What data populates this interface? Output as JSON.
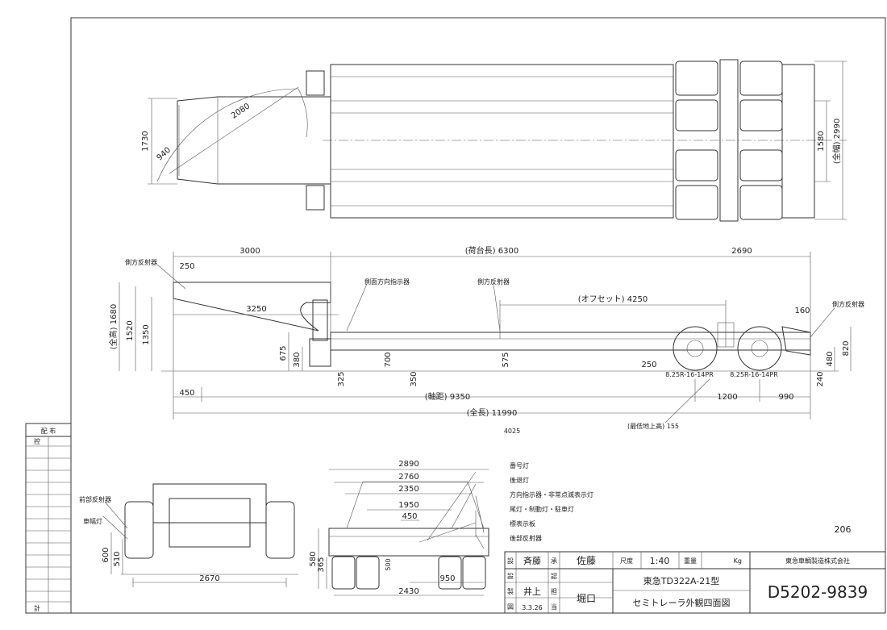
{
  "plan": {
    "d1730": "1730",
    "d940": "940",
    "d2080": "2080",
    "d1580": "1580",
    "d2990": "(全幅) 2990"
  },
  "side": {
    "d3000": "3000",
    "d6300": "(荷台長) 6300",
    "d2690": "2690",
    "d250a": "250",
    "d4250": "(オフセット) 4250",
    "d160": "160",
    "d1680": "(全高) 1680",
    "d1520": "1520",
    "d1350": "1350",
    "d3250": "3250",
    "d675": "675",
    "d380": "380",
    "d700": "700",
    "d575": "575",
    "d325": "325",
    "d350": "350",
    "d250b": "250",
    "tire1": "8.25R-16-14PR",
    "tire2": "8.25R-16-14PR",
    "d820": "820",
    "d480": "480",
    "d240": "240",
    "d450": "450",
    "d9350": "(軸距) 9350",
    "d1200": "1200",
    "d990": "990",
    "d11990": "(全長) 11990",
    "d155": "(最低地上高) 155",
    "note": "4025",
    "lbl_side_reflector1": "側方反射器",
    "lbl_side_indicator": "側面方向指示器",
    "lbl_side_reflector2": "側方反射器",
    "lbl_side_reflector3": "側方反射器"
  },
  "front": {
    "lbl_front_reflector": "前部反射器",
    "lbl_width_lamp": "車幅灯",
    "d600": "600",
    "d510": "510",
    "d2670": "2670"
  },
  "rear": {
    "d2890": "2890",
    "d2760": "2760",
    "d2350": "2350",
    "d1950": "1950",
    "d450": "450",
    "d580": "580",
    "d365": "365",
    "d500": "500",
    "d950": "950",
    "d2430": "2430",
    "lbl1": "番号灯",
    "lbl2": "後退灯",
    "lbl3": "方向指示器・非常点滅表示灯",
    "lbl4": "尾灯・制動灯・駐車灯",
    "lbl5": "標表示板",
    "lbl6": "後部反射器",
    "handnote": "206"
  },
  "title_block": {
    "c1": "設",
    "c2": "承",
    "c3": "設",
    "c4": "認",
    "c5": "製",
    "c6": "担",
    "c7": "図",
    "c8": "当",
    "sig1": "斉藤",
    "sig2": "佐藤",
    "sig3": "井上",
    "sig4": "堀口",
    "date": "3.3.26",
    "scale_label": "尺度",
    "scale": "1:40",
    "weight_label": "重量",
    "weight_unit": "Kg",
    "company": "東急車輌製造株式会社",
    "model": "東急TD322A-21型",
    "title": "セミトレーラ外観四面図",
    "drawing_no": "D5202-9839"
  },
  "dist_table": {
    "header": "配 布",
    "sub": "控",
    "footer": "計"
  }
}
